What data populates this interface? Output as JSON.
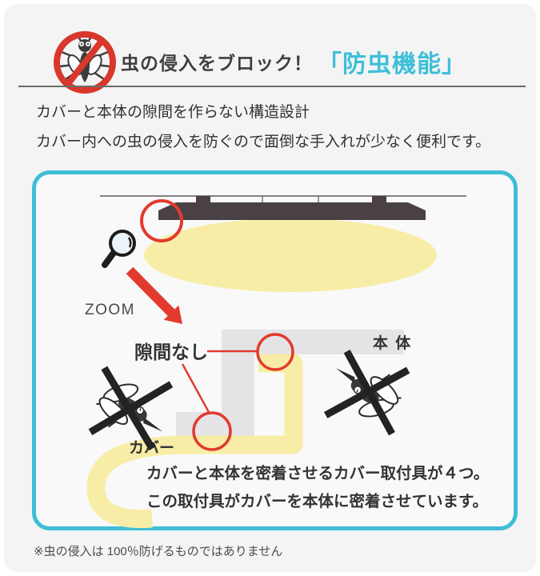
{
  "header": {
    "icon": "no-insect-icon",
    "lead": "虫の侵入をブロック！",
    "title": "「防虫機能」"
  },
  "description": {
    "line1": "カバーと本体の隙間を作らない構造設計",
    "line2": "カバー内への虫の侵入を防ぐので面倒な手入れが少なく便利です。"
  },
  "diagram": {
    "zoom_label": "ZOOM",
    "gap_label": "隙間なし",
    "unit_label": "本 体",
    "cover_label": "カバー",
    "caption": {
      "line1": "カバーと本体を密着させるカバー取付具が４つ。",
      "line2": "この取付具がカバーを本体に密着させています。"
    }
  },
  "footnote": "※虫の侵入は 100％防げるものではありません",
  "colors": {
    "accent_cyan": "#3FBDD6",
    "title_cyan": "#3EBFD8",
    "highlight_red": "#E23B2E",
    "prohibition_red": "#D8372B",
    "cover_yellow": "#F8EDA6",
    "body_gray": "#E4E4E6",
    "fixture_dark": "#4A4144",
    "text_dark": "#333333",
    "card_bg": "#F4F4F5"
  }
}
